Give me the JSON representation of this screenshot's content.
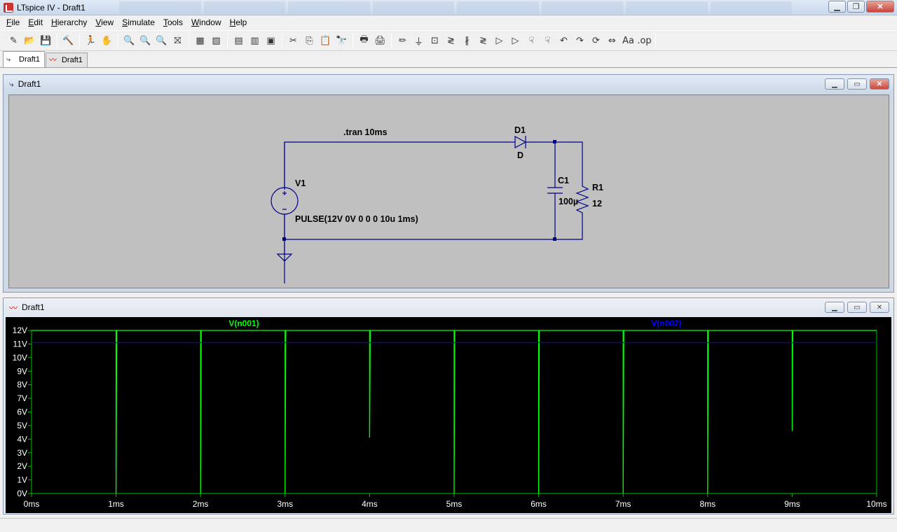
{
  "window": {
    "title": "LTspice IV - Draft1"
  },
  "menu": {
    "items": [
      "File",
      "Edit",
      "Hierarchy",
      "View",
      "Simulate",
      "Tools",
      "Window",
      "Help"
    ]
  },
  "toolbar": {
    "icons": [
      "new-schematic-icon",
      "open-icon",
      "save-icon",
      "control-panel-icon",
      "run-icon",
      "halt-icon",
      "zoom-in-icon",
      "zoom-pan-icon",
      "zoom-out-icon",
      "zoom-fit-icon",
      "autorange-icon",
      "plot-settings-icon",
      "tile-horizontal-icon",
      "cascade-icon",
      "close-windows-icon",
      "cut-icon",
      "copy-icon",
      "paste-icon",
      "find-icon",
      "print-setup-icon",
      "print-icon",
      "wire-icon",
      "ground-icon",
      "label-net-icon",
      "resistor-icon",
      "capacitor-icon",
      "inductor-icon",
      "diode-icon",
      "component-icon",
      "move-icon",
      "drag-icon",
      "undo-icon",
      "redo-icon",
      "rotate-icon",
      "mirror-icon",
      "text-icon",
      "spice-directive-icon"
    ],
    "labels": [
      "✎",
      "📂",
      "💾",
      "🔨",
      "🏃",
      "✋",
      "🔍",
      "🔍",
      "🔍",
      "⛝",
      "▦",
      "▧",
      "▤",
      "▥",
      "▣",
      "✂",
      "⎘",
      "📋",
      "🔭",
      "🖶",
      "🖨",
      "✏",
      "⏚",
      "⊡",
      "≷",
      "∦",
      "≷",
      "▷",
      "▷",
      "☟",
      "☟",
      "↶",
      "↷",
      "⟳",
      "⇔",
      "Aa",
      ".op"
    ]
  },
  "tabs": [
    {
      "label": "Draft1",
      "kind": "schematic"
    },
    {
      "label": "Draft1",
      "kind": "waveform"
    }
  ],
  "schematic": {
    "title": "Draft1",
    "directive": ".tran 10ms",
    "components": {
      "V1": {
        "ref": "V1",
        "value": "PULSE(12V 0V 0 0 0 10u 1ms)"
      },
      "D1": {
        "ref": "D1",
        "value": "D"
      },
      "C1": {
        "ref": "C1",
        "value": "100µ"
      },
      "R1": {
        "ref": "R1",
        "value": "12"
      }
    },
    "wire_color": "#00008b"
  },
  "waveform": {
    "title": "Draft1",
    "colors": {
      "grid": "#00c000",
      "trace1": "#00ff00",
      "trace2": "#0000ff",
      "axis_text": "#ffffff"
    }
  },
  "chart_data": {
    "type": "line",
    "title": "",
    "xlabel": "",
    "ylabel": "",
    "xlim": [
      0,
      10
    ],
    "ylim": [
      0,
      12
    ],
    "x_ticks": [
      "0ms",
      "1ms",
      "2ms",
      "3ms",
      "4ms",
      "5ms",
      "6ms",
      "7ms",
      "8ms",
      "9ms",
      "10ms"
    ],
    "y_ticks": [
      "0V",
      "1V",
      "2V",
      "3V",
      "4V",
      "5V",
      "6V",
      "7V",
      "8V",
      "9V",
      "10V",
      "11V",
      "12V"
    ],
    "grid": false,
    "legend": "top",
    "series": [
      {
        "name": "V(n001)",
        "color": "#00ff00",
        "high": 12,
        "low": 0,
        "period_ms": 1,
        "pulses_at_ms": [
          1,
          2,
          3,
          4,
          5,
          6,
          7,
          8,
          9
        ],
        "dips_to": [
          0,
          0,
          0,
          4.1,
          0,
          0,
          0,
          0,
          4.6
        ]
      },
      {
        "name": "V(n002)",
        "color": "#0000ff",
        "values_x": [
          0,
          10
        ],
        "values_y": [
          11.1,
          11.1
        ]
      }
    ]
  }
}
